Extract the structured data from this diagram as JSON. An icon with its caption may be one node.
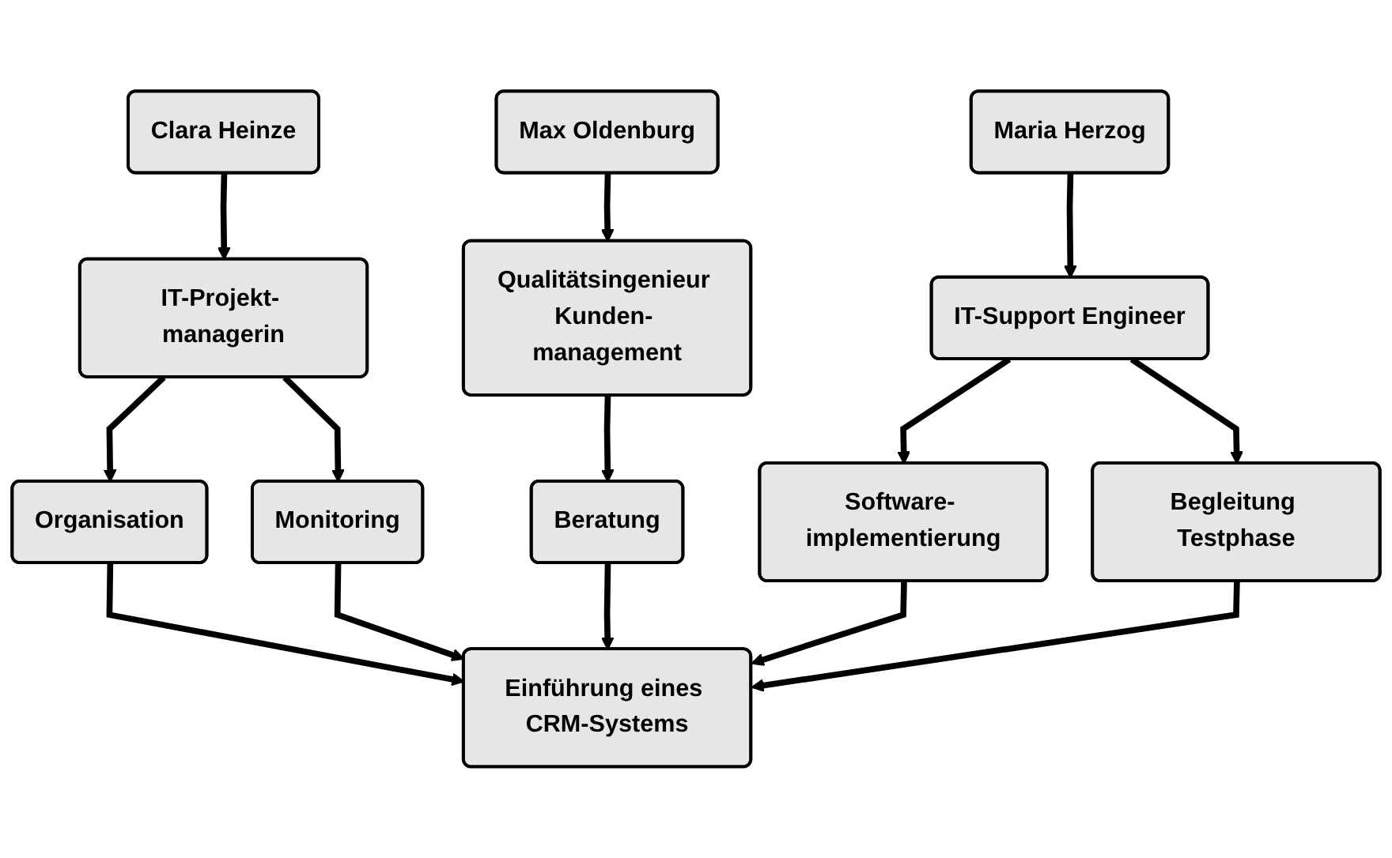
{
  "diagram": {
    "nodes": [
      {
        "text": [
          "Clara Heinze"
        ]
      },
      {
        "text": [
          "Max Oldenburg"
        ]
      },
      {
        "text": [
          "Maria Herzog"
        ]
      },
      {
        "text": [
          "IT-Projekt- managerin"
        ]
      },
      {
        "text": [
          "Qualitätsingenieur Kunden- management"
        ]
      },
      {
        "text": [
          "IT-Support Engineer"
        ]
      },
      {
        "text": [
          "Organisation"
        ]
      },
      {
        "text": [
          "Monitoring"
        ]
      },
      {
        "text": [
          "Beratung"
        ]
      },
      {
        "text": [
          "Software- implementierung"
        ]
      },
      {
        "text": [
          "Begleitung Testphase"
        ]
      },
      {
        "text": [
          "Einführung eines CRM-Systems"
        ]
      }
    ],
    "edges": [
      {
        "from": 0,
        "to": 3,
        "arrow": "to"
      },
      {
        "from": 1,
        "to": 4,
        "arrow": "to"
      },
      {
        "from": 2,
        "to": 5,
        "arrow": "to"
      },
      {
        "from": 3,
        "to": 6,
        "arrow": "to"
      },
      {
        "from": 3,
        "to": 7,
        "arrow": "to"
      },
      {
        "from": 4,
        "to": 8,
        "arrow": "to"
      },
      {
        "from": 5,
        "to": 9,
        "arrow": "to"
      },
      {
        "from": 5,
        "to": 10,
        "arrow": "to"
      },
      {
        "from": 6,
        "to": 11,
        "arrow": "to"
      },
      {
        "from": 7,
        "to": 11,
        "arrow": "to"
      },
      {
        "from": 8,
        "to": 11,
        "arrow": "to"
      },
      {
        "from": 9,
        "to": 11,
        "arrow": "to"
      },
      {
        "from": 10,
        "to": 11,
        "arrow": "to"
      }
    ]
  }
}
